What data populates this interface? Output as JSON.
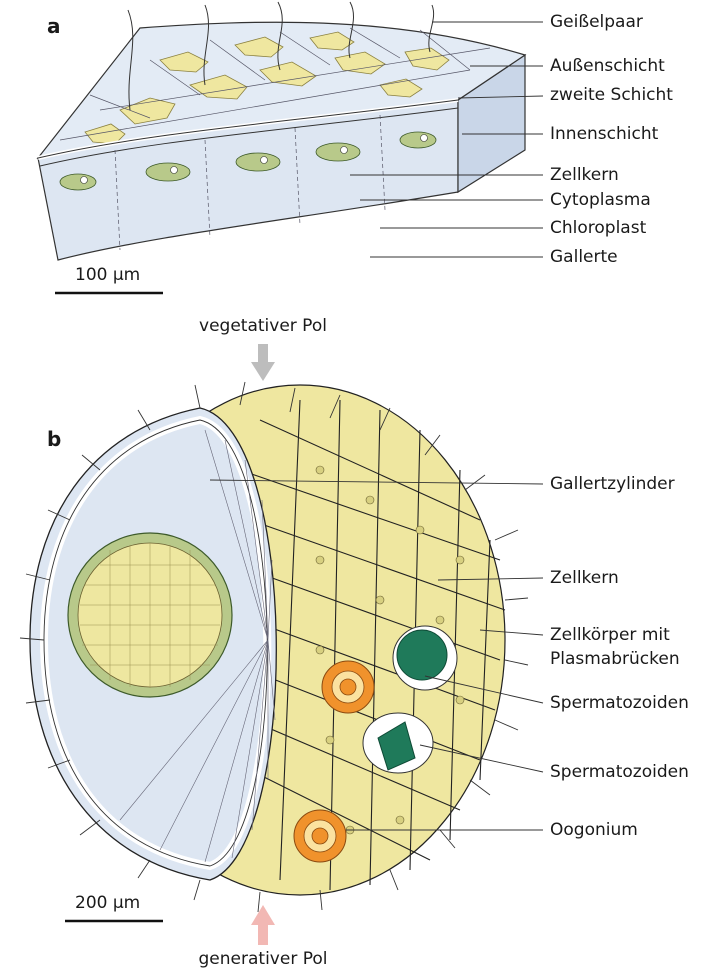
{
  "panel_a": {
    "letter": "a",
    "scale_label": "100 µm",
    "labels": [
      "Geißelpaar",
      "Außenschicht",
      "zweite Schicht",
      "Innenschicht",
      "Zellkern",
      "Cytoplasma",
      "Chloroplast",
      "Gallerte"
    ]
  },
  "panel_b": {
    "letter": "b",
    "top_pole": "vegetativer Pol",
    "bottom_pole": "generativer Pol",
    "scale_label": "200 µm",
    "labels": [
      "Gallertzylinder",
      "Zellkern",
      "Zellkörper mit",
      "Plasmabrücken",
      "Spermatozoiden",
      "Spermatozoiden",
      "Oogonium"
    ]
  },
  "colors": {
    "gel": "#dde6f2",
    "cytoplasm": "#efe7a0",
    "chloroplast": "#b8c98a",
    "oogonium": "#f0922c",
    "sperm": "#1f7a5a",
    "arrow_top": "#bdbdbd",
    "arrow_bottom": "#f2b8b4"
  }
}
